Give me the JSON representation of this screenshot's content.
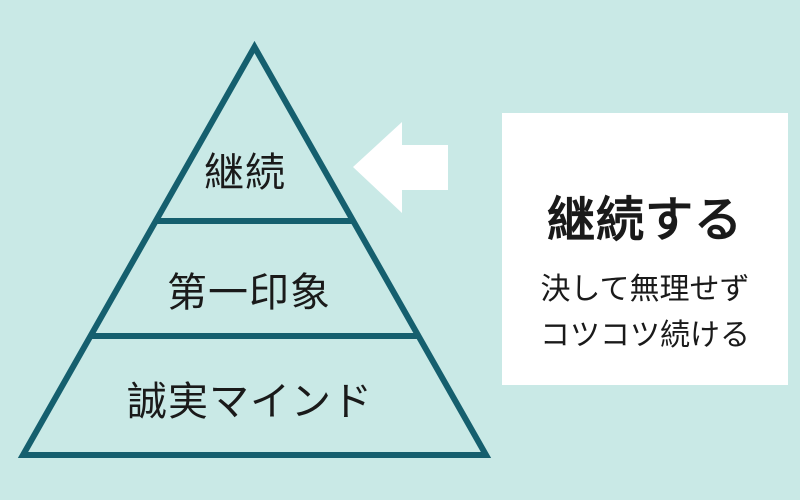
{
  "colors": {
    "background": "#c9e9e6",
    "pyramid_stroke": "#155f6e",
    "text": "#1a1a1a",
    "arrow": "#ffffff",
    "callout_background": "#ffffff"
  },
  "pyramid": {
    "tiers": [
      {
        "label": "継続"
      },
      {
        "label": "第一印象"
      },
      {
        "label": "誠実マインド"
      }
    ]
  },
  "icons": {
    "arrow": "left-arrow-icon"
  },
  "callout": {
    "title": "継続する",
    "lines": [
      "決して無理せず",
      "コツコツ続ける"
    ]
  }
}
